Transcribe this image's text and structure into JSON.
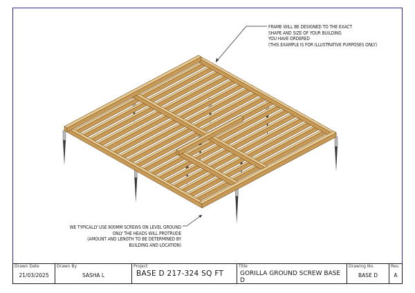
{
  "notes": {
    "frame_note": "FRAME WILL BE DESIGNED TO THE EXACT\nSHAPE AND SIZE OF YOUR BUILDING\nYOU HAVE ORDERED\n(THIS EXAMPLE IS FOR ILLUSTRATIVE PURPOSES ONLY)",
    "screw_note": "WE TYPICALLY USE 800MM SCREWS ON LEVEL GROUND\nONLY THE HEADS WILL PROTRUDE\n(AMOUNT AND LENGTH TO BE DETERMINED BY\nBUILDING AND LOCATION)"
  },
  "title_block": {
    "drawn_date": {
      "label": "Drawn Date",
      "value": "21/03/2025"
    },
    "drawn_by": {
      "label": "Drawn By",
      "value": "SASHA L"
    },
    "project": {
      "label": "Project",
      "value": "BASE D 217-324 SQ FT"
    },
    "title": {
      "label": "Title",
      "value": "GORILLA GROUND SCREW BASE D"
    },
    "drawing_no": {
      "label": "Drawing No.",
      "value": "BASE D"
    },
    "rev": {
      "label": "Rev.",
      "value": "A"
    }
  },
  "colors": {
    "border": "#2b2b8f",
    "wood_top": "#e9c98e",
    "wood_side": "#c99a55",
    "wood_edge": "#5a3d14",
    "screw": "#3a3a3a",
    "post": "#b8b8b8"
  }
}
